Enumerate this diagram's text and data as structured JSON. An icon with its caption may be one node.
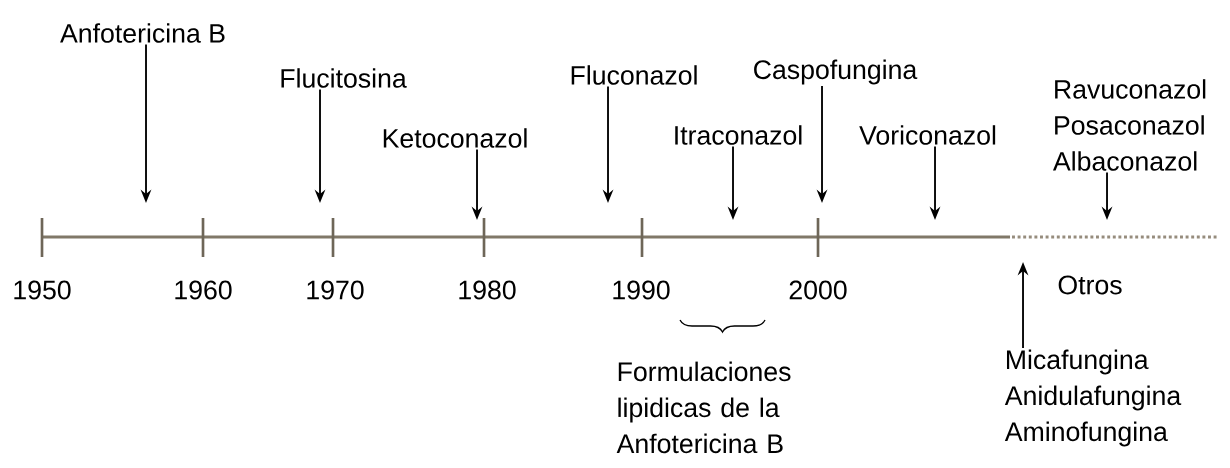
{
  "diagram": {
    "nodes": [
      {
        "text": [
          "Anfotericina B"
        ]
      },
      {
        "text": [
          "Flucitosina"
        ]
      },
      {
        "text": [
          "Ketoconazol"
        ]
      },
      {
        "text": [
          "Fluconazol"
        ]
      },
      {
        "text": [
          "Itraconazol"
        ]
      },
      {
        "text": [
          "Caspofungina"
        ]
      },
      {
        "text": [
          "Voriconazol"
        ]
      },
      {
        "text": [
          "Ravuconazol",
          "Posaconazol",
          "Albaconazol"
        ]
      },
      {
        "text": [
          "Micafungina",
          "Anidulafungina",
          "Aminofungina"
        ]
      }
    ],
    "edges": [
      {
        "from": 0,
        "to": null,
        "arrow": "to"
      },
      {
        "from": 1,
        "to": null,
        "arrow": "to"
      },
      {
        "from": 2,
        "to": null,
        "arrow": "to"
      },
      {
        "from": 3,
        "to": null,
        "arrow": "to"
      },
      {
        "from": 4,
        "to": null,
        "arrow": "to"
      },
      {
        "from": 5,
        "to": null,
        "arrow": "to"
      },
      {
        "from": 6,
        "to": null,
        "arrow": "to"
      },
      {
        "from": 7,
        "to": null,
        "arrow": "to"
      },
      {
        "from": 8,
        "to": null,
        "arrow": "to"
      }
    ],
    "labels": [
      "1950",
      "1960",
      "1970",
      "1980",
      "1990",
      "2000",
      "Otros",
      "Formulaciones lipidicas de la Anfotericina B"
    ]
  }
}
